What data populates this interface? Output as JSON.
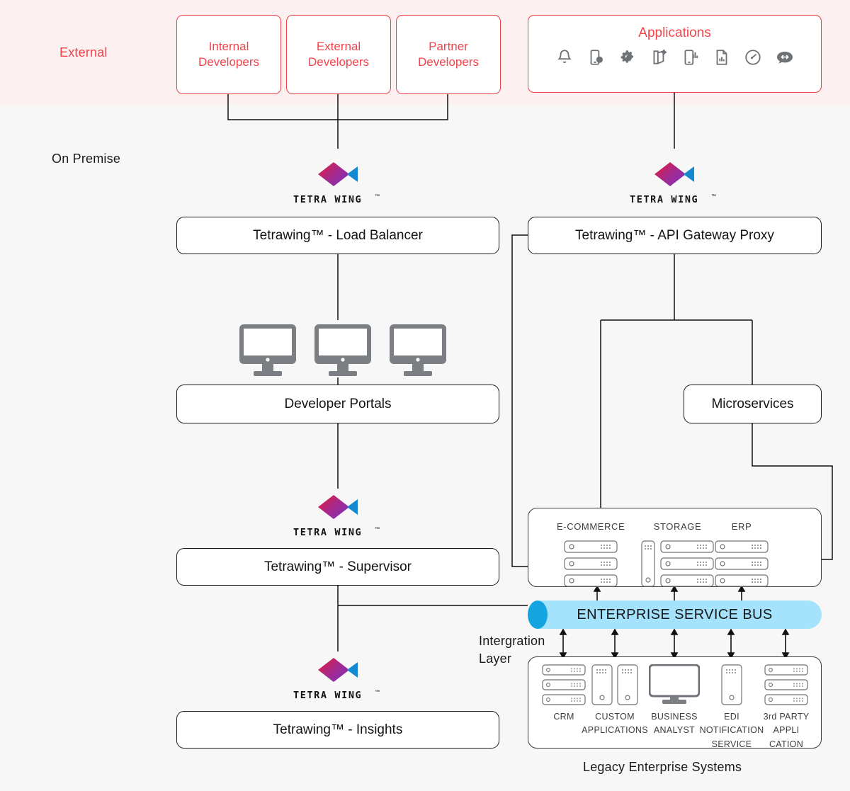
{
  "zones": {
    "external_label": "External",
    "on_premise_label": "On Premise",
    "integration_label_line1": "Intergration",
    "integration_label_line2": "Layer",
    "legacy_label": "Legacy Enterprise Systems",
    "external_band_color": "#fdf0f0",
    "accent_red": "#f0404a",
    "esb_color": "#a5e2fb",
    "esb_cap_color": "#14a5e1"
  },
  "personas": [
    {
      "line1": "Internal",
      "line2": "Developers"
    },
    {
      "line1": "External",
      "line2": "Developers"
    },
    {
      "line1": "Partner",
      "line2": "Developers"
    }
  ],
  "applications": {
    "title": "Applications",
    "icons": [
      "bell-icon",
      "mobile-notification-icon",
      "gears-icon",
      "document-gear-icon",
      "mobile-analytics-icon",
      "document-chart-icon",
      "gauge-icon",
      "chat-exchange-icon"
    ]
  },
  "logo": {
    "wordmark": "TETRA WING",
    "tm": "™"
  },
  "boxes": {
    "load_balancer": "Tetrawing™ - Load Balancer",
    "api_gateway": "Tetrawing™ - API Gateway Proxy",
    "developer_portals": "Developer Portals",
    "microservices": "Microservices",
    "supervisor": "Tetrawing™ - Supervisor",
    "insights": "Tetrawing™ - Insights"
  },
  "systems": {
    "groups": [
      {
        "title": "E-COMMERCE",
        "tower": false,
        "racks": 3
      },
      {
        "title": "STORAGE",
        "tower": true,
        "racks": 3
      },
      {
        "title": "ERP",
        "tower": false,
        "racks": 3
      }
    ]
  },
  "esb": {
    "label": "ENTERPRISE SERVICE BUS"
  },
  "legacy": {
    "items": [
      {
        "caption": [
          "CRM"
        ],
        "kind": "racks3"
      },
      {
        "caption": [
          "CUSTOM",
          "APPLICATIONS"
        ],
        "kind": "towers2"
      },
      {
        "caption": [
          "BUSINESS",
          "ANALYST"
        ],
        "kind": "monitor"
      },
      {
        "caption": [
          "EDI",
          "NOTIFICATION",
          "SERVICE"
        ],
        "kind": "tower1"
      },
      {
        "caption": [
          "3rd PARTY",
          "APPLI",
          "CATION"
        ],
        "kind": "racks3"
      }
    ]
  }
}
